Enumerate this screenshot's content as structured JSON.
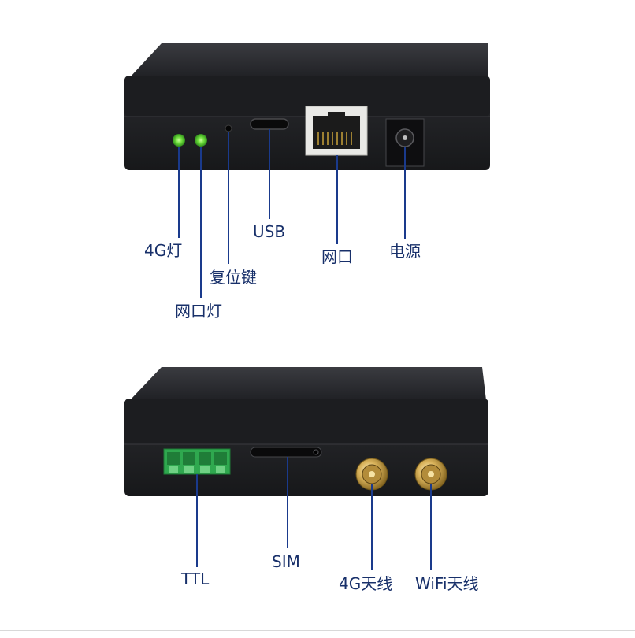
{
  "top_device": {
    "labels": {
      "led_4g": "4G灯",
      "reset": "复位键",
      "led_lan": "网口灯",
      "usb": "USB",
      "lan": "网口",
      "power": "电源"
    }
  },
  "bottom_device": {
    "labels": {
      "ttl": "TTL",
      "sim": "SIM",
      "antenna_4g": "4G天线",
      "antenna_wifi": "WiFi天线"
    }
  },
  "colors": {
    "device_body": "#1f2023",
    "device_top": "#2a2b2f",
    "led": "#6bdc3a",
    "label": "#18306a",
    "leader_line": "#1a3a8c",
    "terminal_block": "#2fa84f",
    "sma_gold": "#d4a84a"
  }
}
